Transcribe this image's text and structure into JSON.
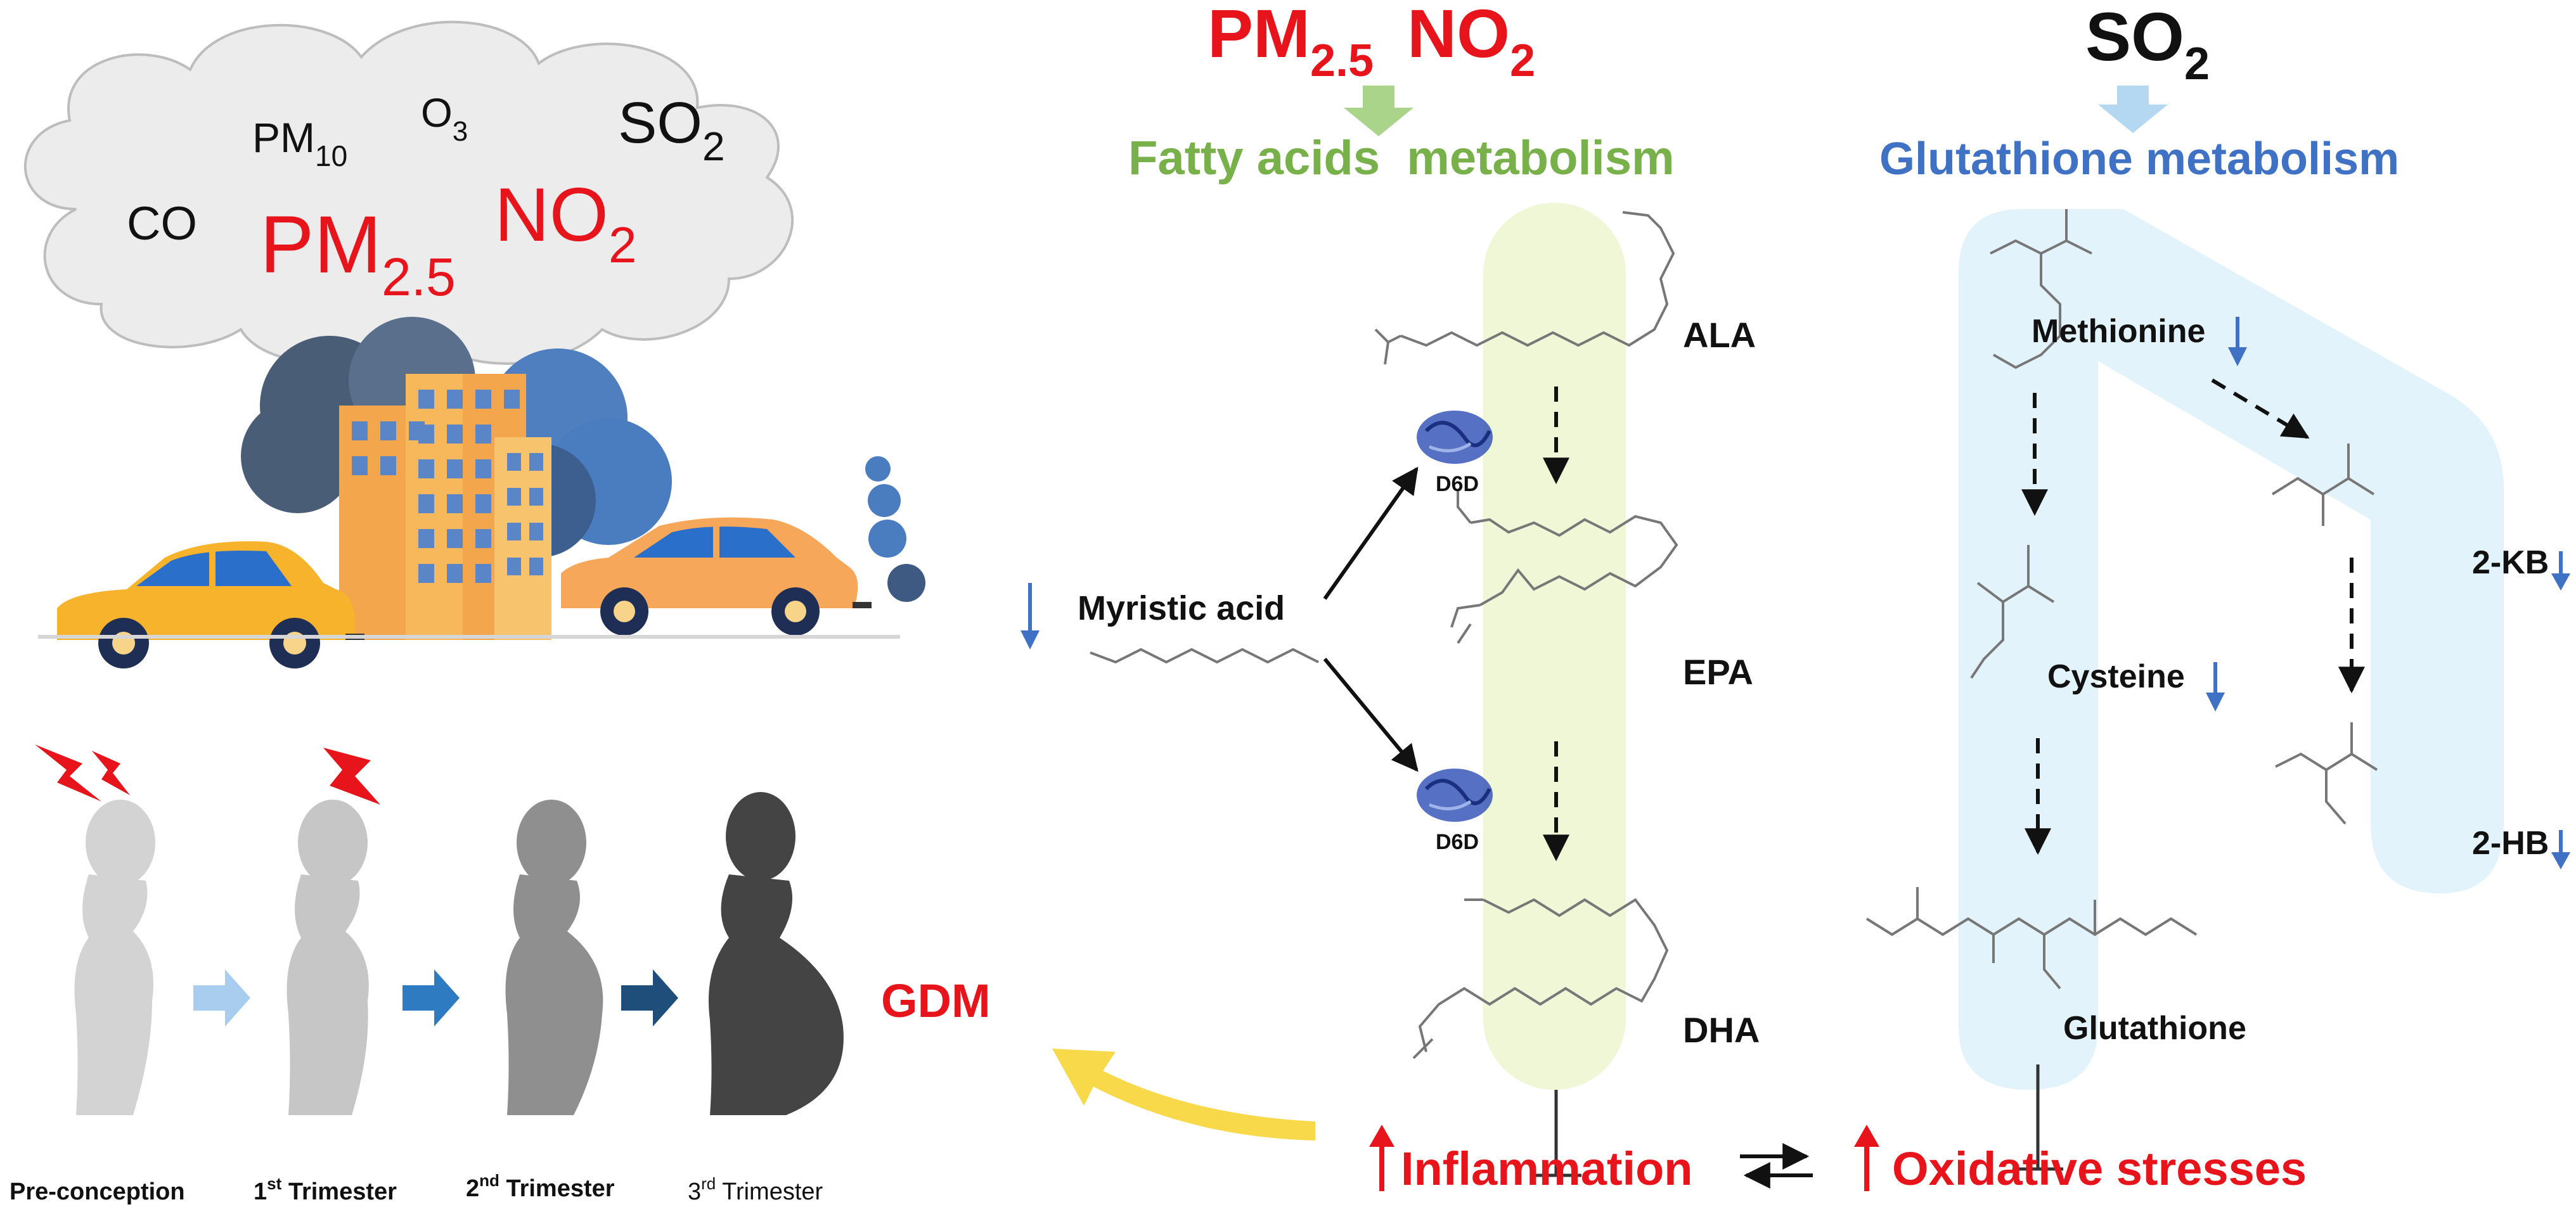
{
  "cloud": {
    "co": "CO",
    "pm10": {
      "base": "PM",
      "sub": "10"
    },
    "o3": {
      "base": "O",
      "sub": "3"
    },
    "so2": {
      "base": "SO",
      "sub": "2"
    },
    "pm25": {
      "base": "PM",
      "sub": "2.5"
    },
    "no2": {
      "base": "NO",
      "sub": "2"
    }
  },
  "stages": [
    {
      "main": "Pre-conception",
      "sup": "",
      "rest": ""
    },
    {
      "main": "1",
      "sup": "st",
      "rest": " Trimester"
    },
    {
      "main": "2",
      "sup": "nd",
      "rest": " Trimester"
    },
    {
      "main": "3",
      "sup": "rd",
      "rest": " Trimester"
    }
  ],
  "gdm": "GDM",
  "fatty": {
    "pm25": {
      "base": "PM",
      "sub": "2.5"
    },
    "no2": {
      "base": "NO",
      "sub": "2"
    },
    "title": "Fatty acids  metabolism",
    "ala": "ALA",
    "epa": "EPA",
    "dha": "DHA",
    "d6d": "D6D",
    "myristic": "Myristic acid"
  },
  "glut": {
    "so2": {
      "base": "SO",
      "sub": "2"
    },
    "title": "Glutathione metabolism",
    "methionine": "Methionine",
    "cysteine": "Cysteine",
    "glutathione": "Glutathione",
    "kb": "2-KB",
    "hb": "2-HB"
  },
  "outcomes": {
    "inflammation": "Inflammation",
    "oxidative": "Oxidative stresses"
  },
  "colors": {
    "red": "#e8141b",
    "green": "#78b04a",
    "blue": "#3f72c4",
    "lightblue": "#e3f3fc",
    "lightgreen": "#f0f7d7",
    "yellow": "#f7d94a"
  }
}
